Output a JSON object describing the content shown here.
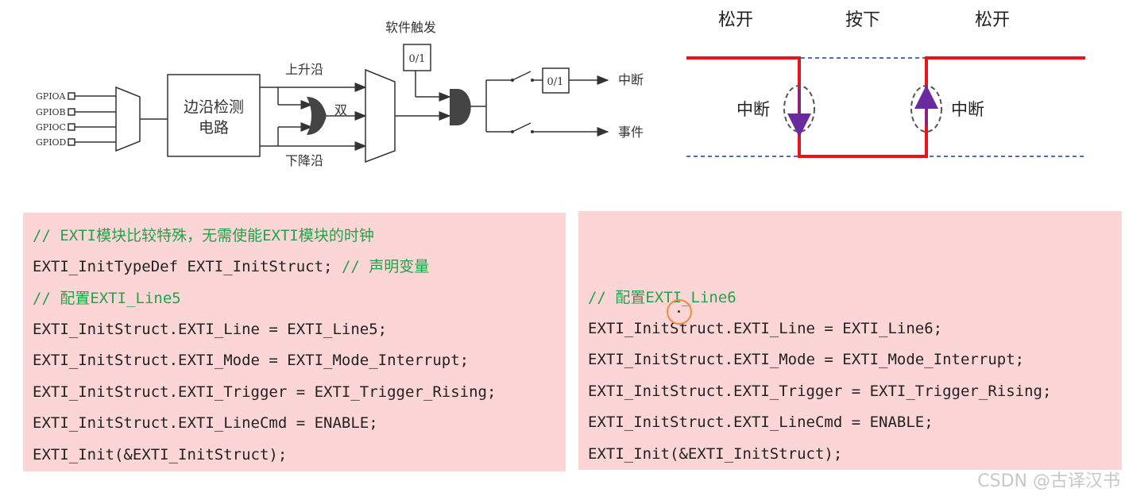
{
  "block_diagram": {
    "inputs": [
      "GPIOA",
      "GPIOB",
      "GPIOC",
      "GPIOD"
    ],
    "edge_detect_line1": "边沿检测",
    "edge_detect_line2": "电路",
    "rising_label": "上升沿",
    "falling_label": "下降沿",
    "both_label": "双",
    "software_trigger_label": "软件触发",
    "sw_toggle": "0/1",
    "mask_toggle": "0/1",
    "interrupt_label": "中断",
    "event_label": "事件"
  },
  "timing": {
    "released_left": "松开",
    "pressed": "按下",
    "released_right": "松开",
    "interrupt_left": "中断",
    "interrupt_right": "中断",
    "signal_color": "#e8141c",
    "arrow_color": "#6a2aa0",
    "reference_line_color": "#1a3ea0"
  },
  "code_left": {
    "line1": "// EXTI模块比较特殊，无需使能EXTI模块的时钟",
    "line2_code": "EXTI_InitTypeDef EXTI_InitStruct; ",
    "line2_comment": "// 声明变量",
    "line3": "// 配置EXTI_Line5",
    "line4": "EXTI_InitStruct.EXTI_Line = EXTI_Line5;",
    "line5": "EXTI_InitStruct.EXTI_Mode = EXTI_Mode_Interrupt;",
    "line6": "EXTI_InitStruct.EXTI_Trigger = EXTI_Trigger_Rising;",
    "line7": "EXTI_InitStruct.EXTI_LineCmd = ENABLE;",
    "line8": "EXTI_Init(&EXTI_InitStruct);"
  },
  "code_right": {
    "line1": "// 配置EXTI_Line6",
    "line2": "EXTI_InitStruct.EXTI_Line = EXTI_Line6;",
    "line3": "EXTI_InitStruct.EXTI_Mode = EXTI_Mode_Interrupt;",
    "line4": "EXTI_InitStruct.EXTI_Trigger = EXTI_Trigger_Rising;",
    "line5": "EXTI_InitStruct.EXTI_LineCmd = ENABLE;",
    "line6": "EXTI_Init(&EXTI_InitStruct);"
  },
  "colors": {
    "code_background": "#fcd6d6",
    "comment": "#22a24a",
    "cursor_ring": "#f08a3c"
  },
  "watermark": "CSDN @古译汉书"
}
